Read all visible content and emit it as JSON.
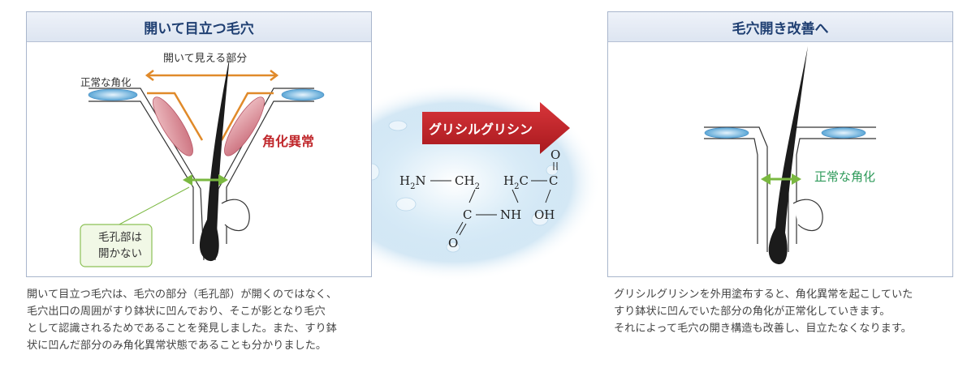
{
  "left_panel": {
    "title": "開いて目立つ毛穴",
    "label_visible_part": "開いて見える部分",
    "label_normal_keratinization": "正常な角化",
    "label_abnormal_keratinization": "角化異常",
    "callout_line1": "毛孔部は",
    "callout_line2": "開かない"
  },
  "right_panel": {
    "title": "毛穴開き改善へ",
    "label_normal_keratinization": "正常な角化"
  },
  "middle": {
    "arrow_label": "グリシルグリシン",
    "formula": {
      "h2n": "H",
      "h2n_sub": "2",
      "h2n_n": "N",
      "ch2_c": "CH",
      "ch2_sub": "2",
      "h2c_h": "H",
      "h2c_sub": "2",
      "h2c_c": "C",
      "c_right": "C",
      "o_top": "O",
      "c_mid": "C",
      "nh": "NH",
      "oh": "OH",
      "o_bottom": "O"
    }
  },
  "captions": {
    "left": [
      "開いて目立つ毛穴は、毛穴の部分（毛孔部）が開くのではなく、",
      "毛穴出口の周囲がすり鉢状に凹んでおり、そこが影となり毛穴",
      "として認識されるためであることを発見しました。また、すり鉢",
      "状に凹んだ部分のみ角化異常状態であることも分かりました。"
    ],
    "right": [
      "グリシルグリシンを外用塗布すると、角化異常を起こしていた",
      "すり鉢状に凹んでいた部分の角化が正常化していきます。",
      "それによって毛穴の開き構造も改善し、目立たなくなります。"
    ]
  },
  "colors": {
    "title_text": "#1f3f72",
    "panel_border": "#a9b6cc",
    "orange": "#e08a2a",
    "red_label": "#c0282c",
    "green": "#7ab840",
    "green_label": "#2e9a5a",
    "arrow_red": "#c0282c"
  }
}
